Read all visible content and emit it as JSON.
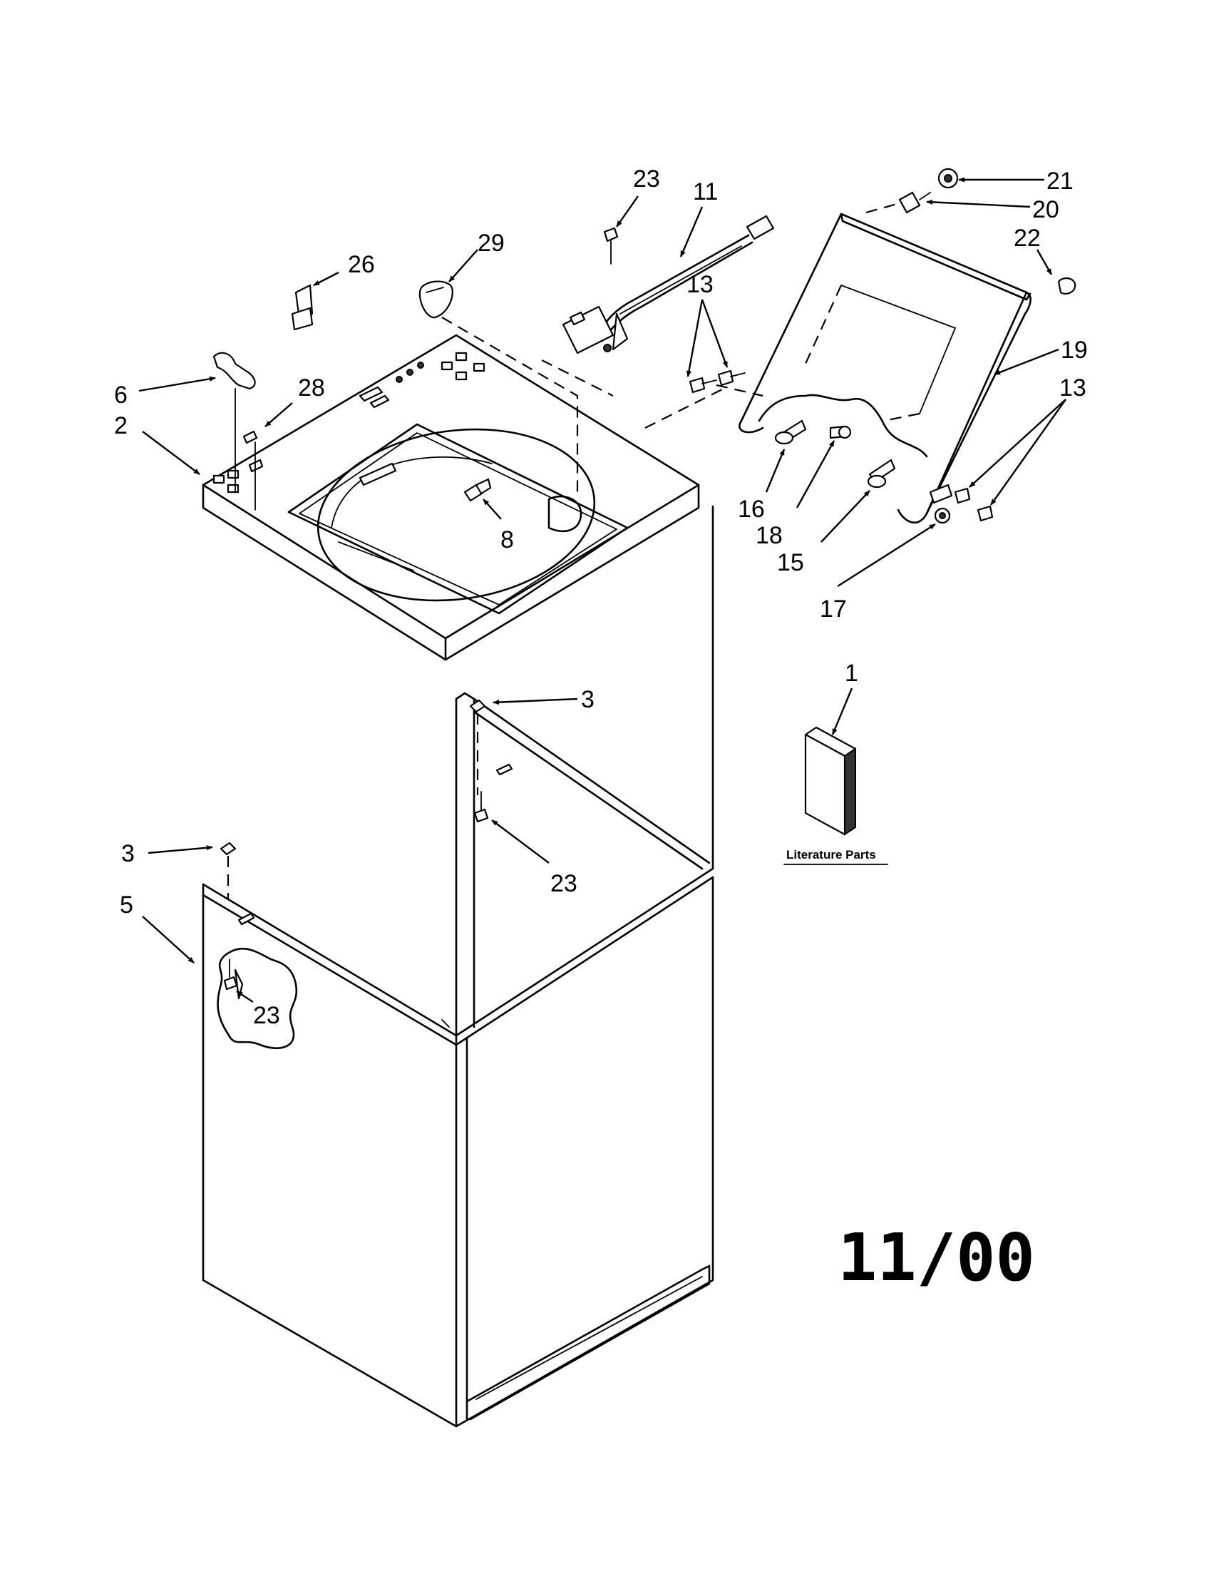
{
  "labels": {
    "l21": "21",
    "l20": "20",
    "l22": "22",
    "l23a": "23",
    "l11": "11",
    "l29": "29",
    "l26": "26",
    "l13a": "13",
    "l19": "19",
    "l13b": "13",
    "l6": "6",
    "l28": "28",
    "l2": "2",
    "l8": "8",
    "l16": "16",
    "l18": "18",
    "l15": "15",
    "l17": "17",
    "l1": "1",
    "l3a": "3",
    "l3b": "3",
    "l23b": "23",
    "l5": "5",
    "l23c": "23"
  },
  "literature_label": "Literature Parts",
  "revision_date": "11/00"
}
